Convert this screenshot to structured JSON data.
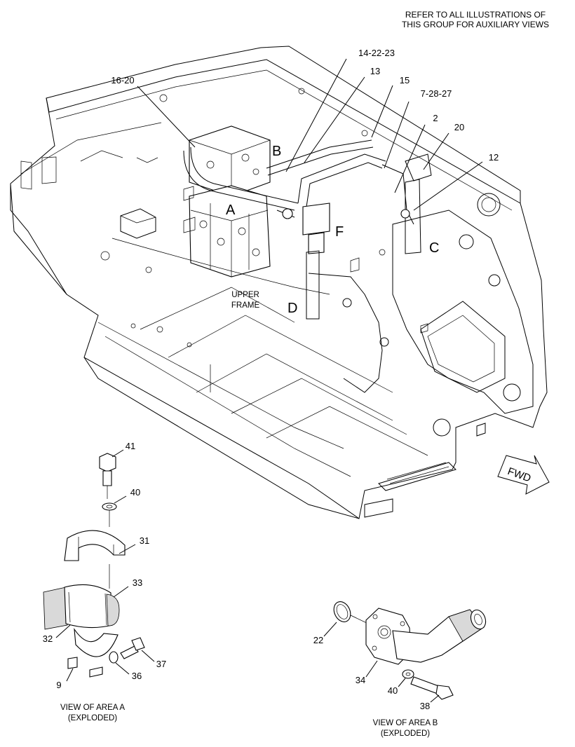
{
  "header_note": {
    "line1": "REFER TO ALL ILLUSTRATIONS OF",
    "line2": "THIS GROUP FOR AUXILIARY VIEWS"
  },
  "main_view": {
    "area_labels": {
      "a": "A",
      "b": "B",
      "c": "C",
      "d": "D",
      "f": "F"
    },
    "frame_label": {
      "line1": "UPPER",
      "line2": "FRAME"
    },
    "forward_arrow": "FWD",
    "callouts": {
      "c1": "16-20",
      "c2": "14-22-23",
      "c3": "13",
      "c4": "15",
      "c5": "7-28-27",
      "c6": "2",
      "c7": "20",
      "c8": "12"
    }
  },
  "view_a": {
    "callouts": {
      "c41": "41",
      "c40": "40",
      "c31": "31",
      "c33": "33",
      "c32": "32",
      "c37": "37",
      "c36": "36",
      "c9": "9"
    },
    "caption": {
      "line1": "VIEW OF AREA A",
      "line2": "(EXPLODED)"
    }
  },
  "view_b": {
    "callouts": {
      "c22": "22",
      "c34": "34",
      "c40": "40",
      "c38": "38"
    },
    "caption": {
      "line1": "VIEW OF AREA B",
      "line2": "(EXPLODED)"
    }
  }
}
